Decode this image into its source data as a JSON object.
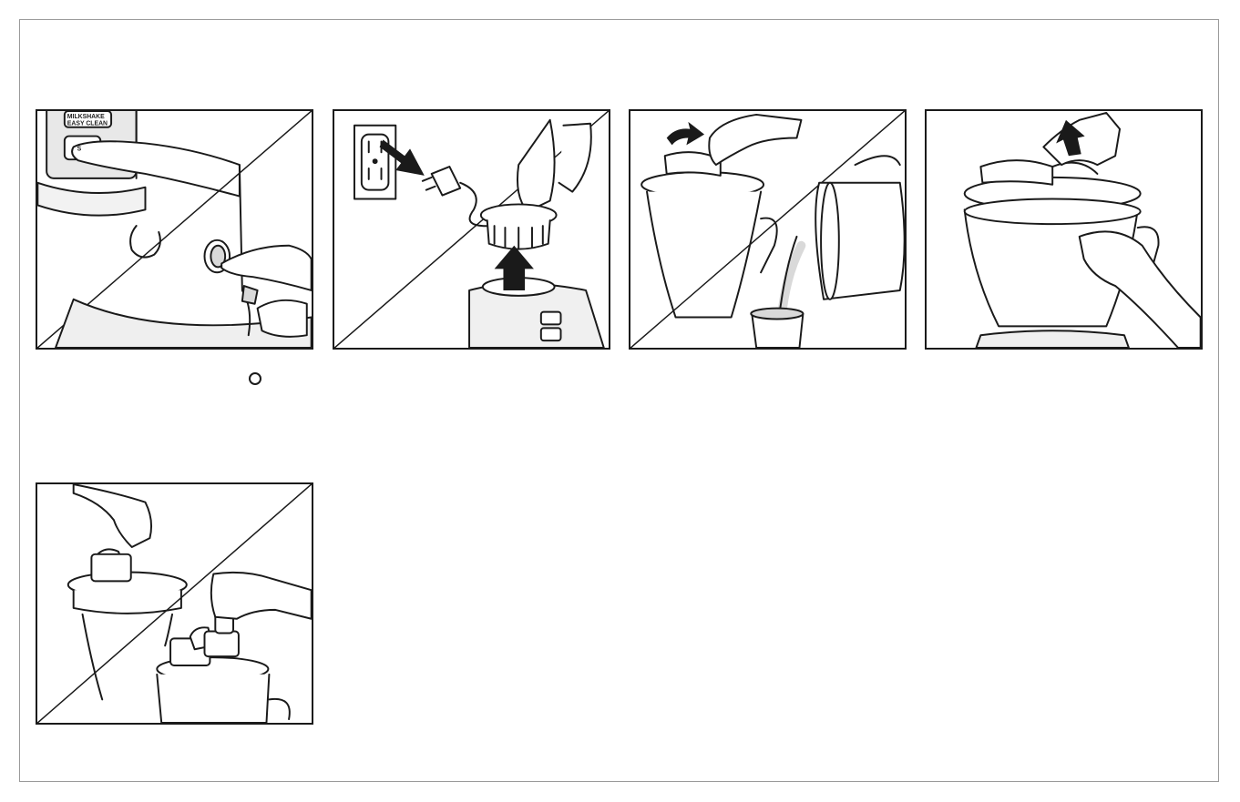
{
  "panel1": {
    "button_label_top": "MILKSHAKE",
    "button_label_bottom": "EASY CLEAN",
    "button_label_partial": "S"
  },
  "icons": {
    "off_symbol": "power-off-circle-icon"
  },
  "colors": {
    "line": "#1a1a1a",
    "border": "#9a9a9a",
    "shade": "#d9d9d9"
  }
}
